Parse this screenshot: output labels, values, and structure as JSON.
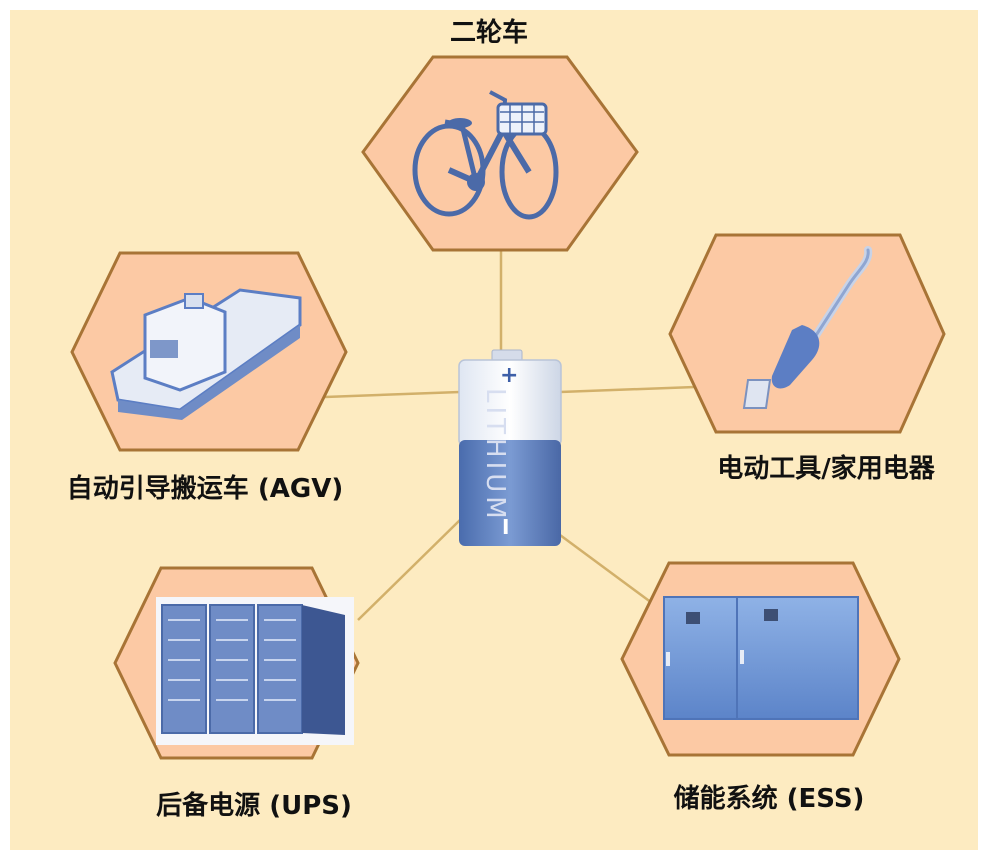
{
  "center": {
    "battery_text": "LITHIUM",
    "plus_sign": "+",
    "minus_mark": "I"
  },
  "nodes": [
    {
      "label": "二轮车",
      "image": "bicycle-image"
    },
    {
      "label": "电动工具/家用电器",
      "image": "vacuum-cleaner-image"
    },
    {
      "label": "储能系统 (ESS)",
      "image": "energy-storage-cabinet-image"
    },
    {
      "label": "后备电源 (UPS)",
      "image": "server-rack-image"
    },
    {
      "label": "自动引导搬运车 (AGV)",
      "image": "agv-vehicle-image"
    }
  ],
  "colors": {
    "background": "#fdebc1",
    "hexagon_fill": "#fcc9a4",
    "hexagon_stroke": "#a87436",
    "connector": "#d2b06a",
    "battery_blue": "#5b7fbf"
  }
}
